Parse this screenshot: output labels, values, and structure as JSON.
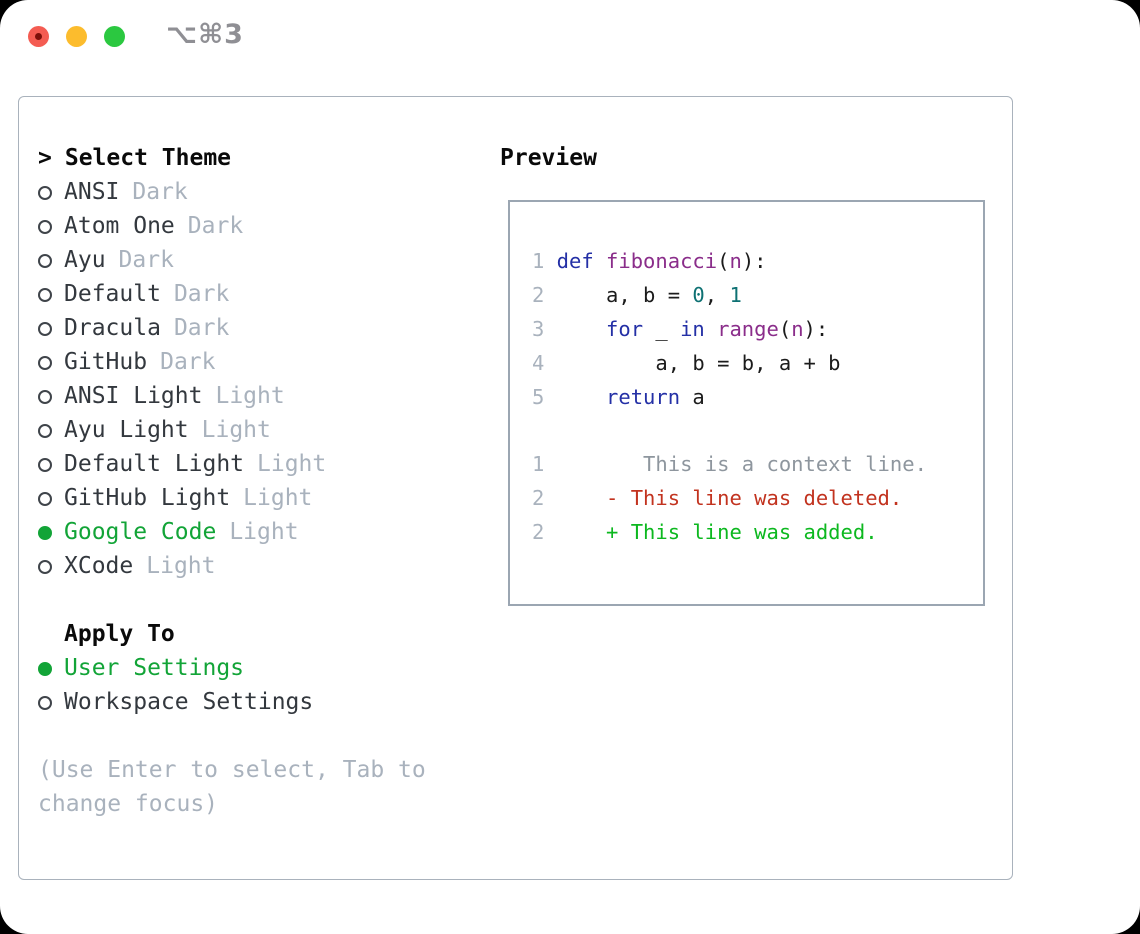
{
  "window": {
    "title": "⌥⌘3"
  },
  "theme_list": {
    "cursor": ">",
    "header": "Select Theme",
    "items": [
      {
        "name": "ANSI",
        "variant": "Dark",
        "selected": false
      },
      {
        "name": "Atom One",
        "variant": "Dark",
        "selected": false
      },
      {
        "name": "Ayu",
        "variant": "Dark",
        "selected": false
      },
      {
        "name": "Default",
        "variant": "Dark",
        "selected": false
      },
      {
        "name": "Dracula",
        "variant": "Dark",
        "selected": false
      },
      {
        "name": "GitHub",
        "variant": "Dark",
        "selected": false
      },
      {
        "name": "ANSI Light",
        "variant": "Light",
        "selected": false
      },
      {
        "name": "Ayu Light",
        "variant": "Light",
        "selected": false
      },
      {
        "name": "Default Light",
        "variant": "Light",
        "selected": false
      },
      {
        "name": "GitHub Light",
        "variant": "Light",
        "selected": false
      },
      {
        "name": "Google Code",
        "variant": "Light",
        "selected": true
      },
      {
        "name": "XCode",
        "variant": "Light",
        "selected": false
      }
    ]
  },
  "apply_to": {
    "header": "Apply To",
    "options": [
      {
        "label": "User Settings",
        "selected": true
      },
      {
        "label": "Workspace Settings",
        "selected": false
      }
    ]
  },
  "help_text": {
    "line1": "(Use Enter to select, Tab to",
    "line2": "change focus)"
  },
  "preview": {
    "header": "Preview",
    "code": [
      {
        "num": "1",
        "tokens": [
          [
            "def",
            "kw"
          ],
          [
            " ",
            "pl"
          ],
          [
            "fibonacci",
            "fn"
          ],
          [
            "(",
            "pl"
          ],
          [
            "n",
            "fn"
          ],
          [
            "):",
            "pl"
          ]
        ]
      },
      {
        "num": "2",
        "tokens": [
          [
            "    a, b = ",
            "pl"
          ],
          [
            "0",
            "lit"
          ],
          [
            ", ",
            "pl"
          ],
          [
            "1",
            "lit"
          ]
        ]
      },
      {
        "num": "3",
        "tokens": [
          [
            "    ",
            "pl"
          ],
          [
            "for",
            "kw"
          ],
          [
            " _ ",
            "pl"
          ],
          [
            "in",
            "kw"
          ],
          [
            " ",
            "pl"
          ],
          [
            "range",
            "fn"
          ],
          [
            "(",
            "pl"
          ],
          [
            "n",
            "fn"
          ],
          [
            "):",
            "pl"
          ]
        ]
      },
      {
        "num": "4",
        "tokens": [
          [
            "        a, b = b, a + b",
            "pl"
          ]
        ]
      },
      {
        "num": "5",
        "tokens": [
          [
            "    ",
            "pl"
          ],
          [
            "return",
            "kw"
          ],
          [
            " a",
            "pl"
          ]
        ]
      }
    ],
    "diff": [
      {
        "num": "1",
        "type": "context",
        "text": "       This is a context line."
      },
      {
        "num": "2",
        "type": "deleted",
        "text": "    - This line was deleted."
      },
      {
        "num": "2",
        "type": "added",
        "text": "    + This line was added."
      }
    ]
  },
  "colors": {
    "selection_green": "#12a437",
    "diff_added_green": "#0cb81f",
    "diff_deleted_red": "#c2331f",
    "diff_context_gray": "#8e969e",
    "keyword_blue": "#2430a6",
    "function_purple": "#8a2d8a",
    "literal_teal": "#0e7173",
    "muted_gray": "#a9b2bd",
    "panel_border": "#a9b2bc",
    "traffic_red": "#f45c52",
    "traffic_yellow": "#fcbc2d",
    "traffic_green": "#2bc840"
  }
}
